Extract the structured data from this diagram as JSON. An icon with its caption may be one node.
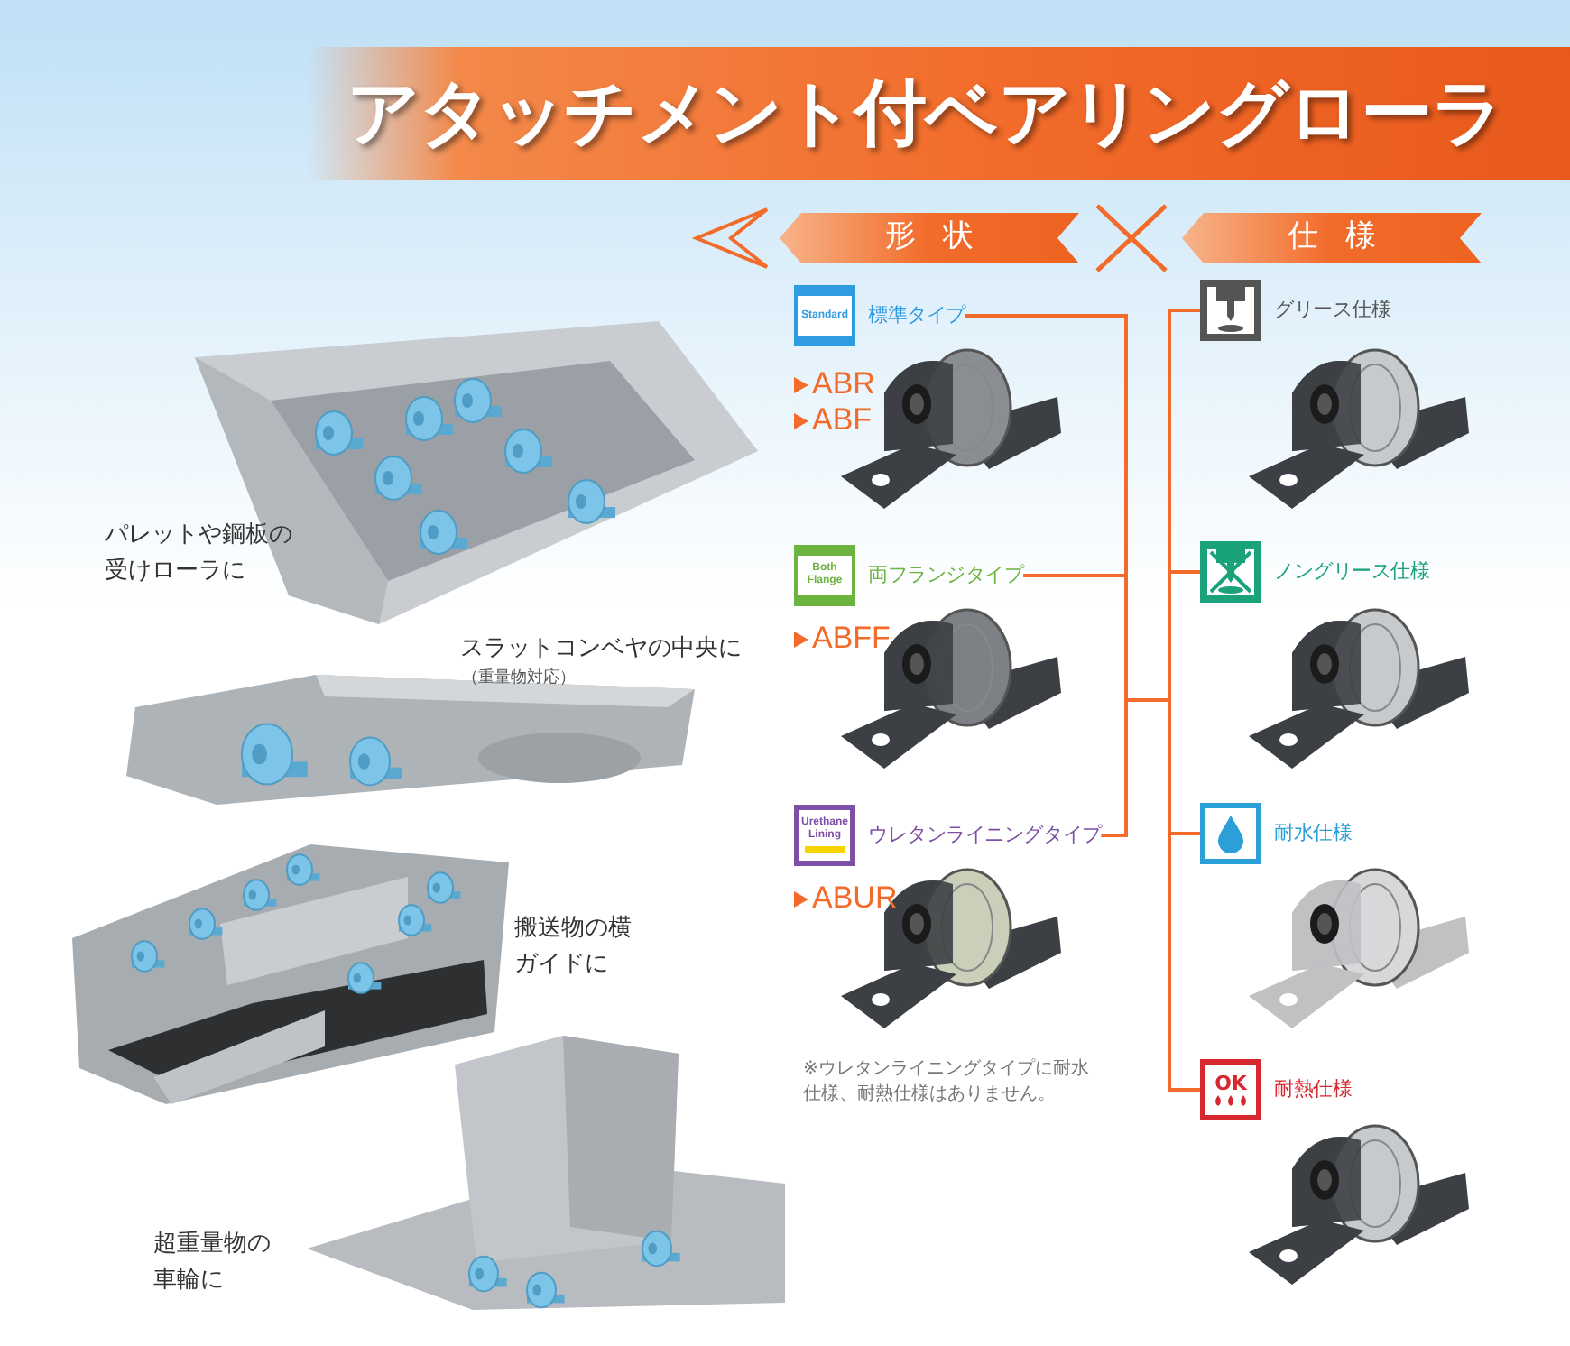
{
  "diagram": {
    "title": "アタッチメント付ベアリングローラ",
    "nodes": [
      {
        "text": [
          "形状"
        ]
      },
      {
        "text": [
          "仕様"
        ]
      },
      {
        "text": [
          "Standard",
          "標準タイプ"
        ],
        "beside": [
          "ABR",
          "ABF"
        ]
      },
      {
        "text": [
          "Both Flange",
          "両フランジタイプ"
        ],
        "beside": [
          "ABFF"
        ]
      },
      {
        "text": [
          "Urethane Lining",
          "ウレタンライニングタイプ"
        ],
        "beside": [
          "ABUR"
        ]
      },
      {
        "text": [
          "グリース仕様"
        ]
      },
      {
        "text": [
          "ノングリース仕様"
        ]
      },
      {
        "text": [
          "耐水仕様"
        ]
      },
      {
        "text": [
          "OK",
          "耐熱仕様"
        ]
      }
    ],
    "edges": [
      {
        "from": 2,
        "to": 5,
        "arrow": "none"
      },
      {
        "from": 2,
        "to": 6,
        "arrow": "none"
      },
      {
        "from": 2,
        "to": 7,
        "arrow": "none"
      },
      {
        "from": 2,
        "to": 8,
        "arrow": "none"
      },
      {
        "from": 3,
        "to": 5,
        "arrow": "none"
      },
      {
        "from": 3,
        "to": 6,
        "arrow": "none"
      },
      {
        "from": 3,
        "to": 7,
        "arrow": "none"
      },
      {
        "from": 3,
        "to": 8,
        "arrow": "none"
      },
      {
        "from": 4,
        "to": 5,
        "arrow": "none"
      },
      {
        "from": 4,
        "to": 6,
        "arrow": "none"
      },
      {
        "from": 4,
        "to": 7,
        "arrow": "none"
      },
      {
        "from": 4,
        "to": 8,
        "arrow": "none"
      }
    ],
    "labels": [
      "パレットや鋼板の受けローラに",
      "スラットコンベヤの中央に",
      "（重量物対応）",
      "搬送物の横ガイドに",
      "超重量物の車輪に",
      "※ウレタンライニングタイプに耐水仕様、耐熱仕様はありません。"
    ]
  }
}
